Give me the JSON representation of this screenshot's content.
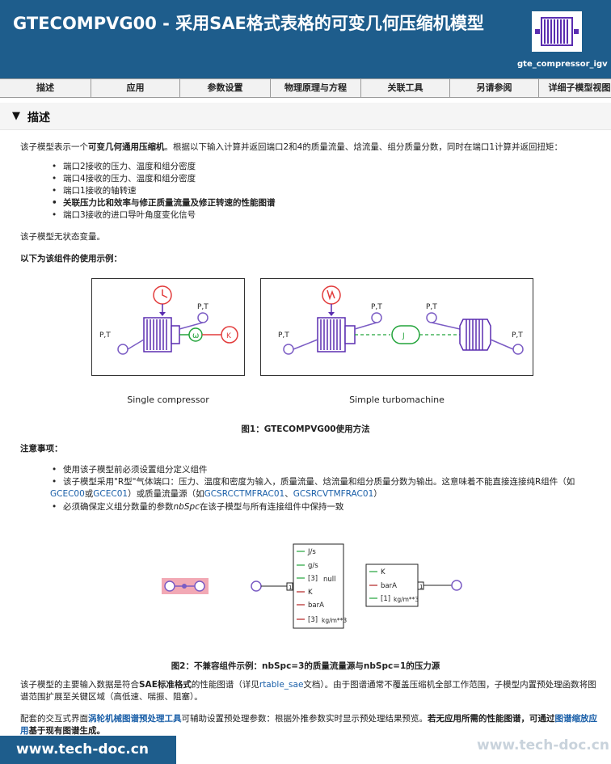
{
  "header": {
    "title": "GTECOMPVG00 - 采用SAE格式表格的可变几何压缩机模型",
    "logo_label": "gte_compressor_igv"
  },
  "tabs": [
    "描述",
    "应用",
    "参数设置",
    "物理原理与方程",
    "关联工具",
    "另请参阅",
    "详细子模型视图"
  ],
  "section": {
    "title": "描述"
  },
  "intro": {
    "p1_a": "该子模型表示一个",
    "p1_b": "可变几何通用压缩机",
    "p1_c": "。根据以下输入计算并返回端口2和4的质量流量、焓流量、组分质量分数，同时在端口1计算并返回扭矩：",
    "bullets": [
      "端口2接收的压力、温度和组分密度",
      "端口4接收的压力、温度和组分密度",
      "端口1接收的轴转速",
      "关联压力比和效率与修正质量流量及修正转速的性能图谱",
      "端口3接收的进口导叶角度变化信号"
    ],
    "no_state": "该子模型无状态变量。",
    "example_heading": "以下为该组件的使用示例："
  },
  "figure1": {
    "pt": "P,T",
    "omega": "ω",
    "k": "K",
    "j": "J",
    "left_caption": "Single compressor",
    "right_caption": "Simple turbomachine",
    "caption": "图1：GTECOMPVG00使用方法"
  },
  "notes": {
    "heading": "注意事项：",
    "b1": "使用该子模型前必须设置组分定义组件",
    "b2_a": "该子模型采用\"R型\"气体端口：压力、温度和密度为输入，质量流量、焓流量和组分质量分数为输出。这意味着不能直接连接纯R组件（如",
    "b2_link1": "GCEC00",
    "b2_or": "或",
    "b2_link2": "GCEC01",
    "b2_b": "）或质量流量源（如",
    "b2_link3": "GCSRCCTMFRAC01",
    "b2_sep": "、",
    "b2_link4": "GCSRCVTMFRAC01",
    "b2_c": "）",
    "b3_a": "必须确保定义组分数量的参数",
    "b3_param": "nbSpc",
    "b3_b": "在该子模型与所有连接组件中保持一致"
  },
  "figure2": {
    "left_labels": [
      "J/s",
      "g/s",
      "[3]",
      "null",
      "K",
      "barA",
      "[3]",
      "kg/m**3"
    ],
    "right_labels": [
      "K",
      "barA",
      "[1]",
      "kg/m**3"
    ],
    "port": "1",
    "caption": "图2：不兼容组件示例：nbSpc=3的质量流量源与nbSpc=1的压力源"
  },
  "closing": {
    "p1_a": "该子模型的主要输入数据是符合",
    "p1_b": "SAE标准格式",
    "p1_c": "的性能图谱（详见",
    "p1_link": "rtable_sae",
    "p1_d": "文档）。由于图谱通常不覆盖压缩机全部工作范围，子模型内置预处理函数将图谱范围扩展至关键区域（高低速、喘振、阻塞）。",
    "p2_a": "配套的交互式界面",
    "p2_link": "涡轮机械图谱预处理工具",
    "p2_b": "可辅助设置预处理参数：根据外推参数实时显示预处理结果预览。",
    "p2_c": "若无应用所需的性能图谱，可通过",
    "p2_link2": "图谱缩放应用",
    "p2_d": "基于现有图谱生成。"
  },
  "footer": {
    "site": "www.tech-doc.cn",
    "watermark": "www.tech-doc.cn"
  },
  "colors": {
    "header_bg": "#1e5d8c",
    "compressor": "#5a2db0",
    "port": "#7b5cc4",
    "red": "#e23c3c",
    "green": "#22a33a",
    "link": "#1a5fa8"
  }
}
